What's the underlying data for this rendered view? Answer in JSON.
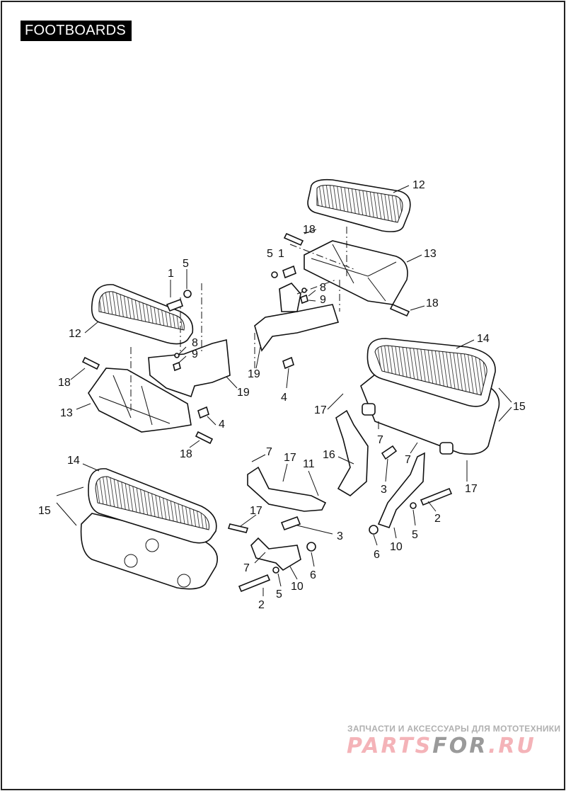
{
  "title": "FOOTBOARDS",
  "callouts": [
    "12",
    "18",
    "5",
    "1",
    "13",
    "8",
    "9",
    "18",
    "19",
    "4",
    "14",
    "15",
    "17",
    "7",
    "16",
    "3",
    "7",
    "17",
    "2",
    "5",
    "10",
    "6",
    "1",
    "5",
    "12",
    "8",
    "9",
    "19",
    "18",
    "13",
    "4",
    "18",
    "14",
    "15",
    "7",
    "17",
    "11",
    "17",
    "3",
    "7",
    "6",
    "5",
    "10",
    "2"
  ],
  "watermark": {
    "tagline": "ЗАПЧАСТИ И АКСЕССУАРЫ ДЛЯ МОТОТЕХНИКИ",
    "logo_a": "PARTS",
    "logo_b": "FOR",
    "logo_c": ".RU",
    "colors": {
      "pink": "#f4b3b8",
      "gray": "#9a9a9a"
    }
  }
}
